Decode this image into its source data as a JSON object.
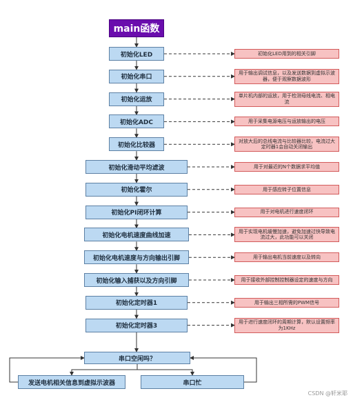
{
  "title": "main函数",
  "steps": [
    {
      "label": "初始化LED",
      "note": "初始化LED用到的相关引脚"
    },
    {
      "label": "初始化串口",
      "note": "用于输出调试信息，以及发送数据到虚拟示波器，便于观察数据波形"
    },
    {
      "label": "初始化运放",
      "note": "单片机内部的运放，用于检测母线电流、相电流"
    },
    {
      "label": "初始化ADC",
      "note": "用于采集电源电压与运放输出的电压"
    },
    {
      "label": "初始化比较器",
      "note": "对放大后的总线电流与比较器比较，电流过大定时器1会自动关闭输出"
    },
    {
      "label": "初始化滑动平均滤波",
      "note": "用于对最近的N个数据求平均值"
    },
    {
      "label": "初始化霍尔",
      "note": "用于感应转子位置信息"
    },
    {
      "label": "初始化PI闭环计算",
      "note": "用于对电机进行速度闭环"
    },
    {
      "label": "初始化电机速度曲线加速",
      "note": "用于实现电机缓慢加速，避免加速过快导致电流过大，此功能可以关闭"
    },
    {
      "label": "初始化电机速度与方向输出引脚",
      "note": "用于输出电机当前速度以及转向"
    },
    {
      "label": "初始化输入捕获以及方向引脚",
      "note": "用于接收外部控制控制器设定的速度与方向"
    },
    {
      "label": "初始化定时器1",
      "note": "用于输出三相所需的PWM信号"
    },
    {
      "label": "初始化定时器3",
      "note": "用于进行速度闭环的周期计算，默认设置频率为1KHz"
    }
  ],
  "decision": "串口空闲吗？",
  "branch_left": "发送电机相关信息到虚拟示波器",
  "branch_right": "串口忙",
  "colors": {
    "title_bg": "#6a0dad",
    "step_bg": "#bcd9f2",
    "note_bg": "#f7c2c2",
    "line": "#333333"
  },
  "watermark": "CSDN @轩米耶"
}
